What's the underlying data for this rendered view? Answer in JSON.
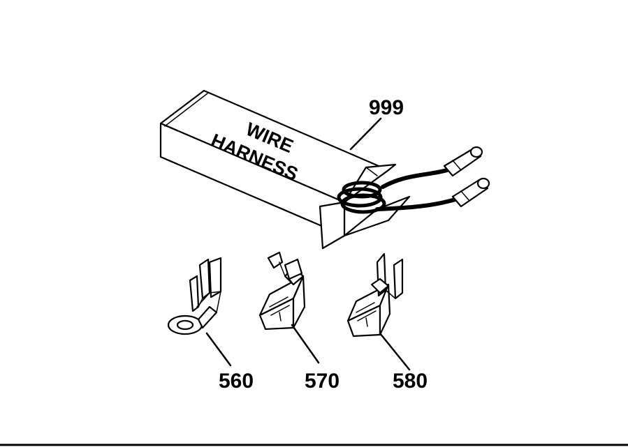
{
  "box": {
    "line1": "WIRE",
    "line2": "HARNESS"
  },
  "callouts": {
    "c999": "999",
    "c560": "560",
    "c570": "570",
    "c580": "580"
  }
}
